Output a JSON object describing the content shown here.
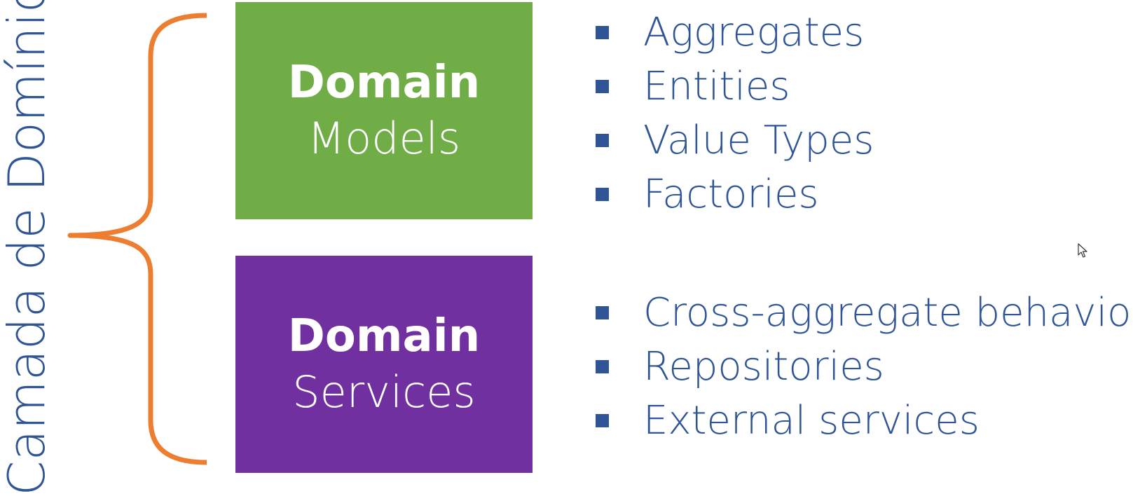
{
  "side_label": "Camada de Domínio",
  "colors": {
    "brace": "#ed7d31",
    "text_blue": "#2f5597",
    "models_box": "#70ad47",
    "services_box": "#7030a0",
    "box_text": "#ffffff"
  },
  "domain_models": {
    "title": "Domain",
    "subtitle": "Models",
    "items": [
      "Aggregates",
      "Entities",
      "Value Types",
      "Factories"
    ]
  },
  "domain_services": {
    "title": "Domain",
    "subtitle": "Services",
    "items": [
      "Cross-aggregate behavior",
      "Repositories",
      "External services"
    ]
  },
  "icons": {
    "bullet": "square-bullet-icon",
    "cursor": "mouse-pointer-icon"
  }
}
